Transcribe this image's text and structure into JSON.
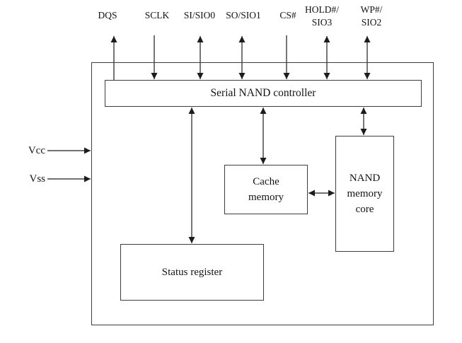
{
  "colors": {
    "line": "#1c1c1c",
    "box_border": "#3d3d3d",
    "text": "#141414",
    "background": "#ffffff"
  },
  "pins": [
    {
      "id": "dqs",
      "label": "DQS",
      "direction": "output"
    },
    {
      "id": "sclk",
      "label": "SCLK",
      "direction": "input"
    },
    {
      "id": "si-sio0",
      "label": "SI/SIO0",
      "direction": "bidirectional"
    },
    {
      "id": "so-sio1",
      "label": "SO/SIO1",
      "direction": "bidirectional"
    },
    {
      "id": "cs",
      "label": "CS#",
      "direction": "input"
    },
    {
      "id": "hold-sio3",
      "label_line1": "HOLD#/",
      "label_line2": "SIO3",
      "direction": "bidirectional"
    },
    {
      "id": "wp-sio2",
      "label_line1": "WP#/",
      "label_line2": "SIO2",
      "direction": "bidirectional"
    }
  ],
  "power_pins": [
    {
      "id": "vcc",
      "label": "Vcc",
      "direction": "input"
    },
    {
      "id": "vss",
      "label": "Vss",
      "direction": "input"
    }
  ],
  "blocks": {
    "controller": {
      "label": "Serial NAND controller"
    },
    "cache": {
      "label_line1": "Cache",
      "label_line2": "memory"
    },
    "nand": {
      "label_line1": "NAND",
      "label_line2": "memory",
      "label_line3": "core"
    },
    "status": {
      "label": "Status register"
    }
  },
  "internal_connections": [
    {
      "from": "Serial NAND controller",
      "to": "Status register",
      "direction": "bidirectional"
    },
    {
      "from": "Serial NAND controller",
      "to": "Cache memory",
      "direction": "bidirectional"
    },
    {
      "from": "Serial NAND controller",
      "to": "NAND memory core",
      "direction": "bidirectional"
    },
    {
      "from": "Cache memory",
      "to": "NAND memory core",
      "direction": "bidirectional"
    }
  ]
}
